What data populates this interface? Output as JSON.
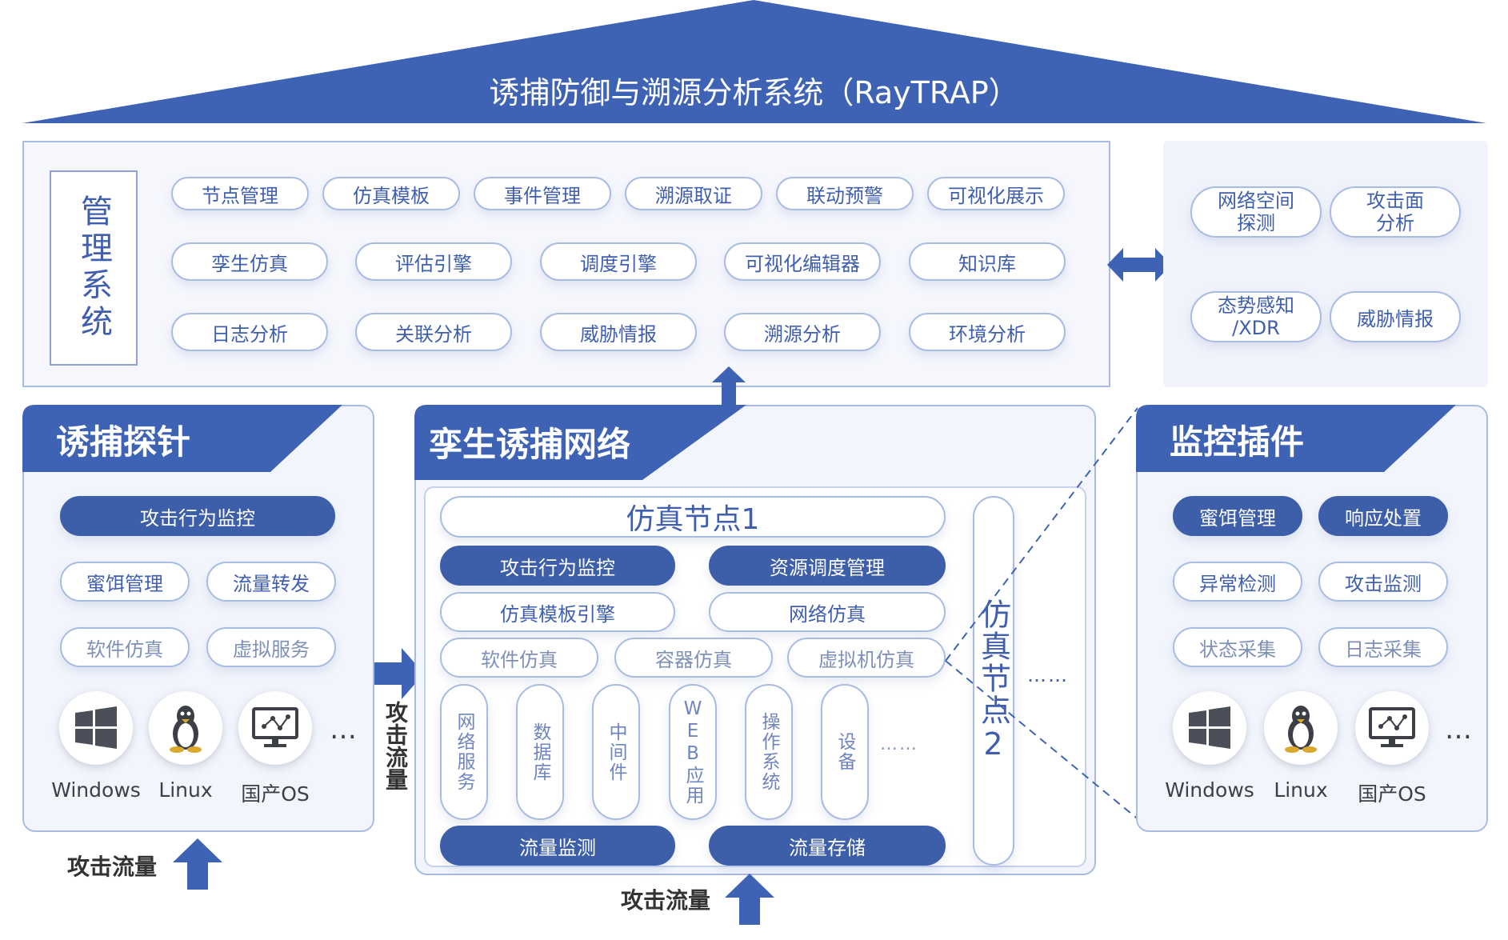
{
  "title": "诱捕防御与溯源分析系统（RayTRAP）",
  "mgmt": {
    "label": "管理系统",
    "row1": [
      "节点管理",
      "仿真模板",
      "事件管理",
      "溯源取证",
      "联动预警",
      "可视化展示"
    ],
    "row2": [
      "孪生仿真",
      "评估引擎",
      "调度引擎",
      "可视化编辑器",
      "知识库"
    ],
    "row3": [
      "日志分析",
      "关联分析",
      "威胁情报",
      "溯源分析",
      "环境分析"
    ]
  },
  "external": {
    "items": [
      "网络空间\n探测",
      "攻击面\n分析",
      "态势感知\n/XDR",
      "威胁情报"
    ]
  },
  "probe": {
    "title": "诱捕探针",
    "bar": "攻击行为监控",
    "pills": [
      "蜜饵管理",
      "流量转发",
      "软件仿真",
      "虚拟服务"
    ],
    "os": [
      "Windows",
      "Linux",
      "国产OS"
    ],
    "more": "…"
  },
  "twin": {
    "title": "孪生诱捕网络",
    "node1": "仿真节点1",
    "dark_row": [
      "攻击行为监控",
      "资源调度管理"
    ],
    "white_row": [
      "仿真模板引擎",
      "网络仿真"
    ],
    "soft_row": [
      "软件仿真",
      "容器仿真",
      "虚拟机仿真"
    ],
    "vertical": [
      "网络服务",
      "数据库",
      "中间件",
      "WEB应用",
      "操作系统",
      "设备"
    ],
    "vdots": "……",
    "bottom": [
      "流量监测",
      "流量存储"
    ],
    "node2": "仿真节点2",
    "hdots": "……"
  },
  "plugin": {
    "title": "监控插件",
    "dark": [
      "蜜饵管理",
      "响应处置"
    ],
    "pills": [
      "异常检测",
      "攻击监测",
      "状态采集",
      "日志采集"
    ],
    "os": [
      "Windows",
      "Linux",
      "国产OS"
    ],
    "more": "…"
  },
  "flows": {
    "bottom_left": "攻击流量",
    "bottom_mid": "攻击流量",
    "side": "攻击流量"
  },
  "colors": {
    "primary": "#3d5ea9",
    "light": "#f2f5fc",
    "border": "#a9bbe3"
  }
}
